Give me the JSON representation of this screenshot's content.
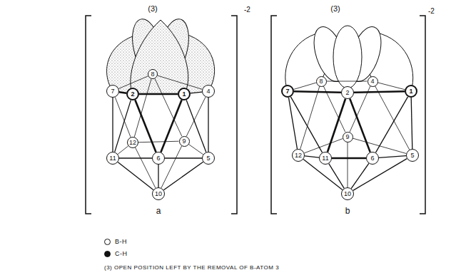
{
  "diagram": {
    "nodes": [
      {
        "text": [
          "8"
        ]
      },
      {
        "text": [
          "7"
        ]
      },
      {
        "text": [
          "2"
        ]
      },
      {
        "text": [
          "1"
        ]
      },
      {
        "text": [
          "4"
        ]
      },
      {
        "text": [
          "12"
        ]
      },
      {
        "text": [
          "9"
        ]
      },
      {
        "text": [
          "11"
        ]
      },
      {
        "text": [
          "6"
        ]
      },
      {
        "text": [
          "5"
        ]
      },
      {
        "text": [
          "10"
        ]
      },
      {
        "text": [
          "8"
        ]
      },
      {
        "text": [
          "4"
        ]
      },
      {
        "text": [
          "7"
        ]
      },
      {
        "text": [
          "2"
        ]
      },
      {
        "text": [
          "1"
        ]
      },
      {
        "text": [
          "9"
        ]
      },
      {
        "text": [
          "12"
        ]
      },
      {
        "text": [
          "11"
        ]
      },
      {
        "text": [
          "6"
        ]
      },
      {
        "text": [
          "5"
        ]
      },
      {
        "text": [
          "10"
        ]
      }
    ],
    "edges": [
      {
        "from": 3,
        "to": 2,
        "arrow": "none"
      },
      {
        "from": 3,
        "to": 4,
        "arrow": "none"
      },
      {
        "from": 3,
        "to": 9,
        "arrow": "none"
      },
      {
        "from": 3,
        "to": 8,
        "arrow": "none"
      },
      {
        "from": 2,
        "to": 8,
        "arrow": "none"
      },
      {
        "from": 2,
        "to": 1,
        "arrow": "none"
      },
      {
        "from": 2,
        "to": 7,
        "arrow": "none"
      },
      {
        "from": 4,
        "to": 9,
        "arrow": "none"
      },
      {
        "from": 4,
        "to": 0,
        "arrow": "none"
      },
      {
        "from": 4,
        "to": 6,
        "arrow": "none"
      },
      {
        "from": 9,
        "to": 8,
        "arrow": "none"
      },
      {
        "from": 9,
        "to": 6,
        "arrow": "none"
      },
      {
        "from": 9,
        "to": 10,
        "arrow": "none"
      },
      {
        "from": 8,
        "to": 10,
        "arrow": "none"
      },
      {
        "from": 8,
        "to": 7,
        "arrow": "none"
      },
      {
        "from": 1,
        "to": 0,
        "arrow": "none"
      },
      {
        "from": 1,
        "to": 7,
        "arrow": "none"
      },
      {
        "from": 1,
        "to": 5,
        "arrow": "none"
      },
      {
        "from": 0,
        "to": 6,
        "arrow": "none"
      },
      {
        "from": 0,
        "to": 5,
        "arrow": "none"
      },
      {
        "from": 6,
        "to": 10,
        "arrow": "none"
      },
      {
        "from": 6,
        "to": 5,
        "arrow": "none"
      },
      {
        "from": 10,
        "to": 7,
        "arrow": "none"
      },
      {
        "from": 10,
        "to": 5,
        "arrow": "none"
      },
      {
        "from": 7,
        "to": 5,
        "arrow": "none"
      },
      {
        "from": 15,
        "to": 14,
        "arrow": "none"
      },
      {
        "from": 15,
        "to": 12,
        "arrow": "none"
      },
      {
        "from": 15,
        "to": 20,
        "arrow": "none"
      },
      {
        "from": 15,
        "to": 19,
        "arrow": "none"
      },
      {
        "from": 14,
        "to": 19,
        "arrow": "none"
      },
      {
        "from": 14,
        "to": 13,
        "arrow": "none"
      },
      {
        "from": 14,
        "to": 18,
        "arrow": "none"
      },
      {
        "from": 12,
        "to": 20,
        "arrow": "none"
      },
      {
        "from": 12,
        "to": 11,
        "arrow": "none"
      },
      {
        "from": 12,
        "to": 16,
        "arrow": "none"
      },
      {
        "from": 20,
        "to": 19,
        "arrow": "none"
      },
      {
        "from": 20,
        "to": 16,
        "arrow": "none"
      },
      {
        "from": 20,
        "to": 21,
        "arrow": "none"
      },
      {
        "from": 19,
        "to": 21,
        "arrow": "none"
      },
      {
        "from": 19,
        "to": 18,
        "arrow": "none"
      },
      {
        "from": 13,
        "to": 11,
        "arrow": "none"
      },
      {
        "from": 13,
        "to": 18,
        "arrow": "none"
      },
      {
        "from": 13,
        "to": 17,
        "arrow": "none"
      },
      {
        "from": 11,
        "to": 16,
        "arrow": "none"
      },
      {
        "from": 11,
        "to": 17,
        "arrow": "none"
      },
      {
        "from": 16,
        "to": 21,
        "arrow": "none"
      },
      {
        "from": 16,
        "to": 17,
        "arrow": "none"
      },
      {
        "from": 21,
        "to": 18,
        "arrow": "none"
      },
      {
        "from": 21,
        "to": 17,
        "arrow": "none"
      },
      {
        "from": 18,
        "to": 17,
        "arrow": "none"
      }
    ],
    "labels": [
      "(3)",
      "-2",
      "a",
      "(3)",
      "-2",
      "b",
      "(3) OPEN POSITION LEFT BY THE REMOVAL OF B-ATOM 3"
    ],
    "legend": [
      {
        "text": "B-H"
      },
      {
        "text": "C-H"
      }
    ]
  }
}
